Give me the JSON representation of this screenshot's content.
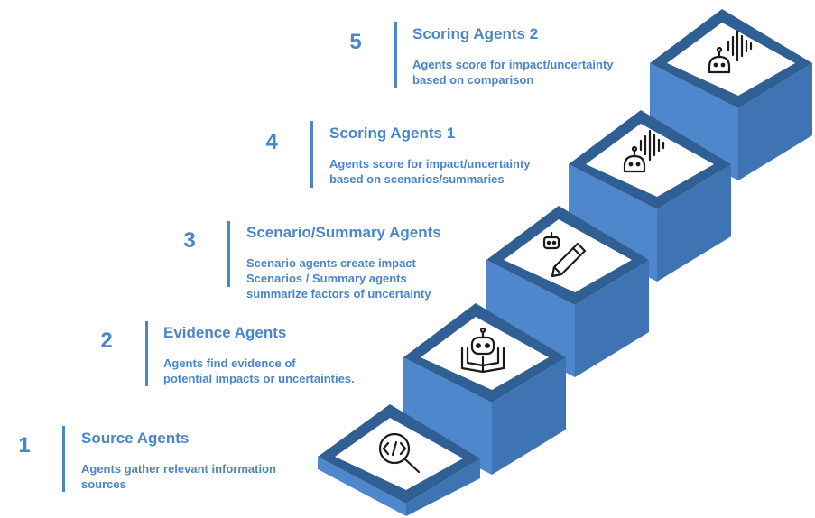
{
  "colors": {
    "accent": "#4a86c8",
    "step_top": "#2f5f93",
    "step_face": "#4f87cc",
    "step_side": "#3f74b4"
  },
  "steps": [
    {
      "number": "1",
      "title": "Source Agents",
      "desc": [
        "Agents gather relevant information",
        "sources"
      ],
      "icon": "code-search-icon"
    },
    {
      "number": "2",
      "title": "Evidence Agents",
      "desc": [
        "Agents find evidence of",
        "potential impacts or uncertainties."
      ],
      "icon": "robot-book-icon"
    },
    {
      "number": "3",
      "title": "Scenario/Summary Agents",
      "desc": [
        "Scenario agents create impact",
        "Scenarios / Summary agents",
        "summarize factors of uncertainty"
      ],
      "icon": "robot-pencil-icon"
    },
    {
      "number": "4",
      "title": "Scoring Agents 1",
      "desc": [
        "Agents score for impact/uncertainty",
        "based on scenarios/summaries"
      ],
      "icon": "robot-voice-icon"
    },
    {
      "number": "5",
      "title": "Scoring Agents 2",
      "desc": [
        "Agents score for impact/uncertainty",
        "based on comparison"
      ],
      "icon": "robot-voice-icon"
    }
  ]
}
